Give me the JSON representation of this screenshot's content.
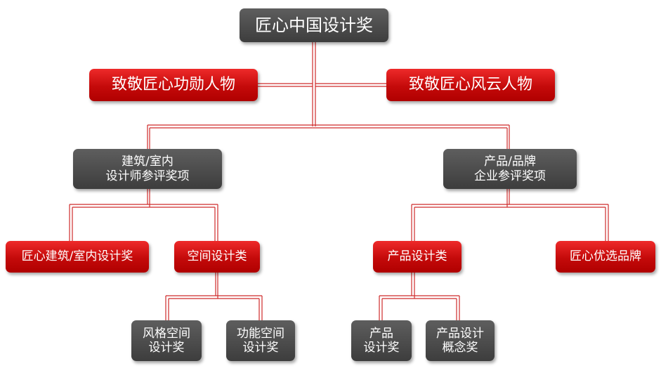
{
  "diagram": {
    "root": "匠心中国设计奖",
    "honor_left": "致敬匠心功勋人物",
    "honor_right": "致敬匠心风云人物",
    "arch_branch": "建筑/室内\n设计师参评奖项",
    "prod_branch": "产品/品牌\n企业参评奖项",
    "arch_award": "匠心建筑/室内设计奖",
    "space_cat": "空间设计类",
    "prod_cat": "产品设计类",
    "brand": "匠心优选品牌",
    "style_space": "风格空间\n设计奖",
    "func_space": "功能空间\n设计奖",
    "prod_design": "产品\n设计奖",
    "prod_concept": "产品设计\n概念奖"
  },
  "colors": {
    "dark_box": "#4a4a4a",
    "red_box": "#c40a0a",
    "connector": "#cf2a2a"
  }
}
